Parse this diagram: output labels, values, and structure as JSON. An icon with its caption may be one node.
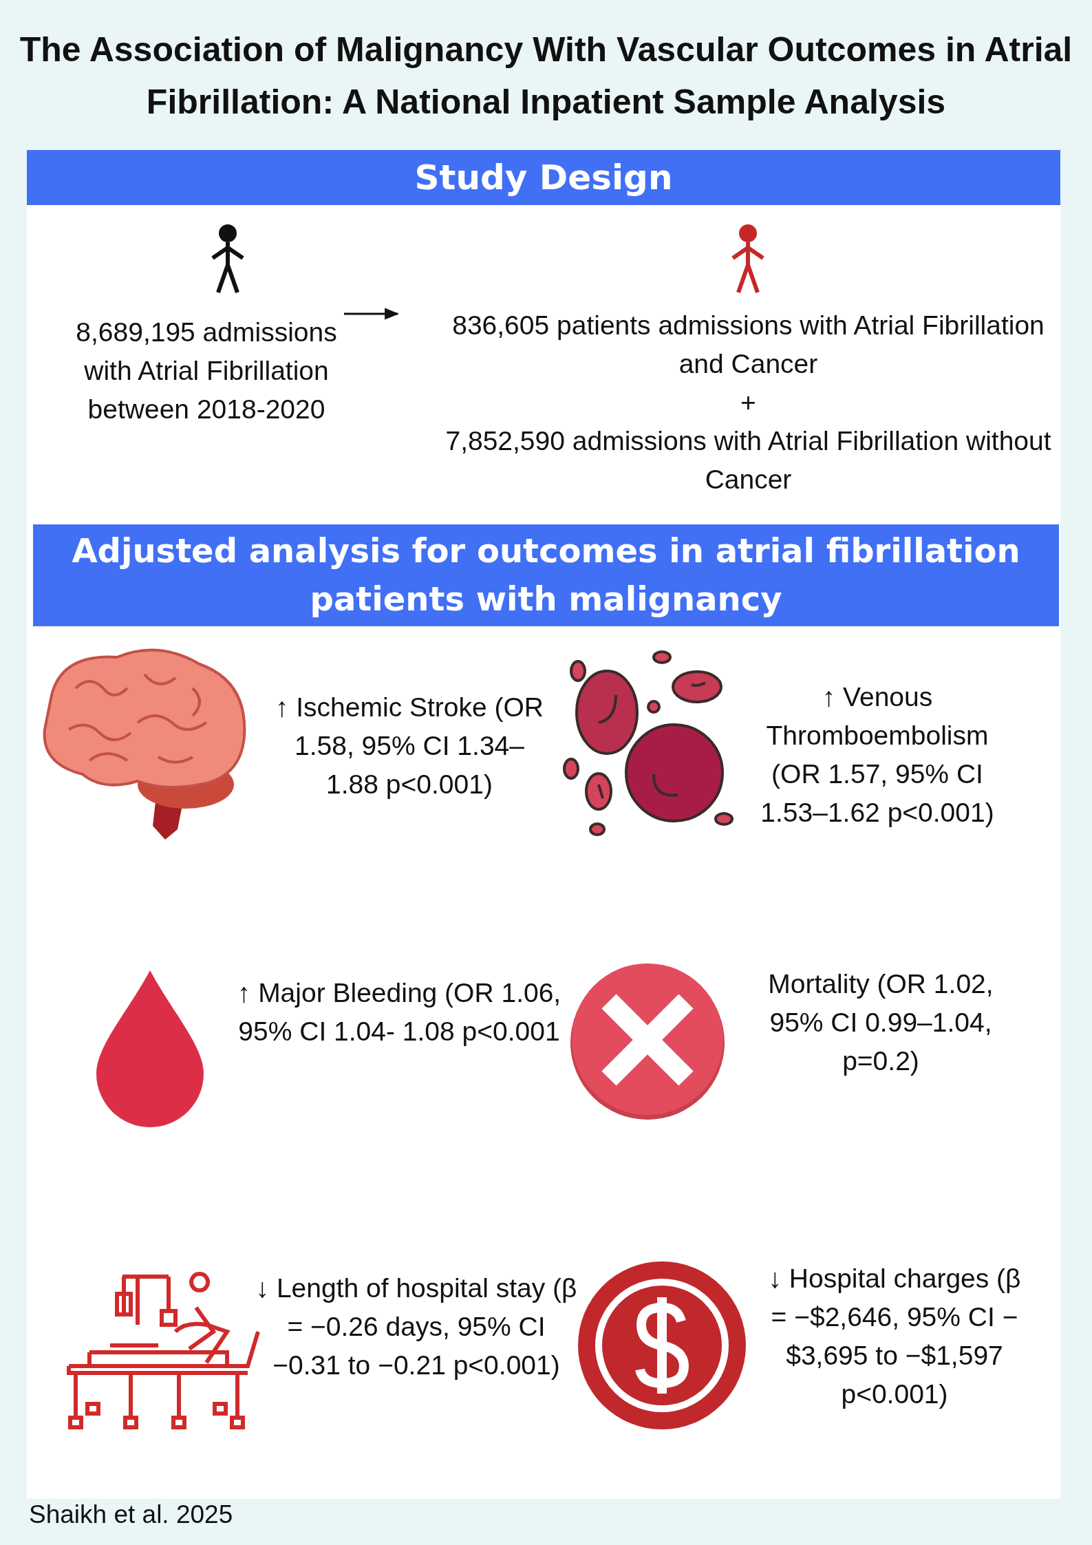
{
  "diagram": {
    "title": "The Association of Malignancy With Vascular Outcomes in Atrial Fibrillation: A National Inpatient Sample Analysis",
    "caption": "Shaikh et al. 2025",
    "nodes": [
      {
        "text": [
          "Study Design"
        ]
      },
      {
        "text": [
          "8,689,195 admissions with Atrial Fibrillation between 2018-2020"
        ]
      },
      {
        "text": [
          "836,605 patients admissions with Atrial Fibrillation and Cancer",
          "+",
          "7,852,590 admissions with Atrial Fibrillation without Cancer"
        ]
      },
      {
        "text": [
          "Adjusted analysis for outcomes in atrial fibrillation patients with malignancy"
        ]
      }
    ],
    "edges": [
      {
        "from": 1,
        "to": 2,
        "arrow": "to"
      }
    ],
    "labels": [
      "↑ Ischemic Stroke (OR 1.58, 95% CI 1.34–1.88 p<0.001)",
      "↑ Venous Thromboembolism (OR 1.57, 95% CI 1.53–1.62 p<0.001)",
      "↑ Major Bleeding (OR 1.06, 95% CI 1.04- 1.08 p<0.001",
      "Mortality (OR 1.02, 95% CI 0.99–1.04, p=0.2)",
      "↓ Length of hospital stay (β = −0.26 days, 95% CI −0.31 to −0.21 p<0.001)",
      "↓ Hospital charges (β = −$2,646, 95% CI −$3,695 to −$1,597 p<0.001)"
    ]
  }
}
